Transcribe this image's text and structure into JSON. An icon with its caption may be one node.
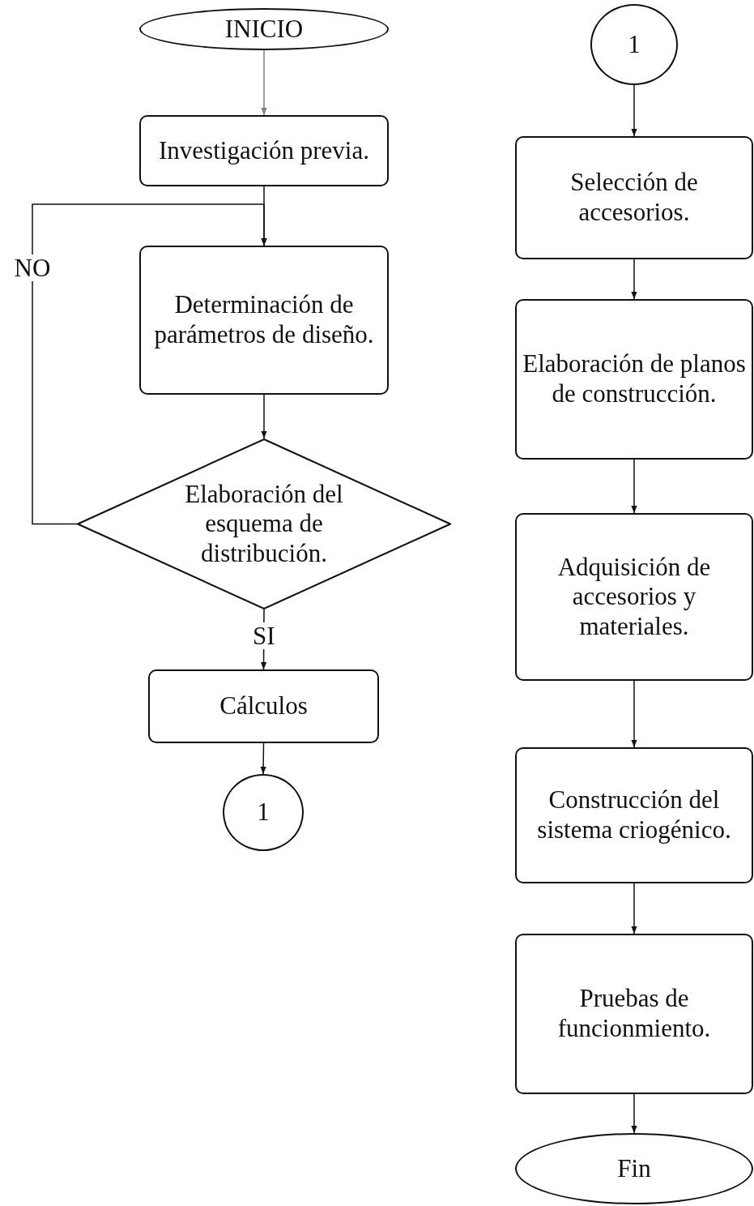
{
  "diagram": {
    "nodes": [
      {
        "text": [
          "INICIO"
        ]
      },
      {
        "text": [
          "Investigación previa."
        ]
      },
      {
        "text": [
          "Determinación de parámetros de diseño."
        ]
      },
      {
        "text": [
          "Elaboración del esquema de distribución."
        ]
      },
      {
        "text": [
          "Cálculos"
        ]
      },
      {
        "text": [
          "1"
        ]
      },
      {
        "text": [
          "1"
        ]
      },
      {
        "text": [
          "Selección de accesorios."
        ]
      },
      {
        "text": [
          "Elaboración de planos de construcción."
        ]
      },
      {
        "text": [
          "Adquisición de accesorios y materiales."
        ]
      },
      {
        "text": [
          "Construcción del sistema criogénico."
        ]
      },
      {
        "text": [
          "Pruebas de funcionmiento."
        ]
      },
      {
        "text": [
          "Fin"
        ]
      }
    ],
    "edges": [
      {
        "from": 0,
        "to": 1,
        "arrow": "to",
        "color": "#7f7f7f"
      },
      {
        "from": 1,
        "to": 2,
        "arrow": "to"
      },
      {
        "from": 3,
        "to": 2,
        "arrow": "to",
        "label": "NO"
      },
      {
        "from": 2,
        "to": 3,
        "arrow": "to"
      },
      {
        "from": 3,
        "to": 4,
        "arrow": "to",
        "label": "SI"
      },
      {
        "from": 4,
        "to": 5,
        "arrow": "to"
      },
      {
        "from": 6,
        "to": 7,
        "arrow": "to"
      },
      {
        "from": 7,
        "to": 8,
        "arrow": "to"
      },
      {
        "from": 8,
        "to": 9,
        "arrow": "to"
      },
      {
        "from": 9,
        "to": 10,
        "arrow": "to"
      },
      {
        "from": 10,
        "to": 11,
        "arrow": "to"
      },
      {
        "from": 11,
        "to": 12,
        "arrow": "to"
      }
    ]
  }
}
